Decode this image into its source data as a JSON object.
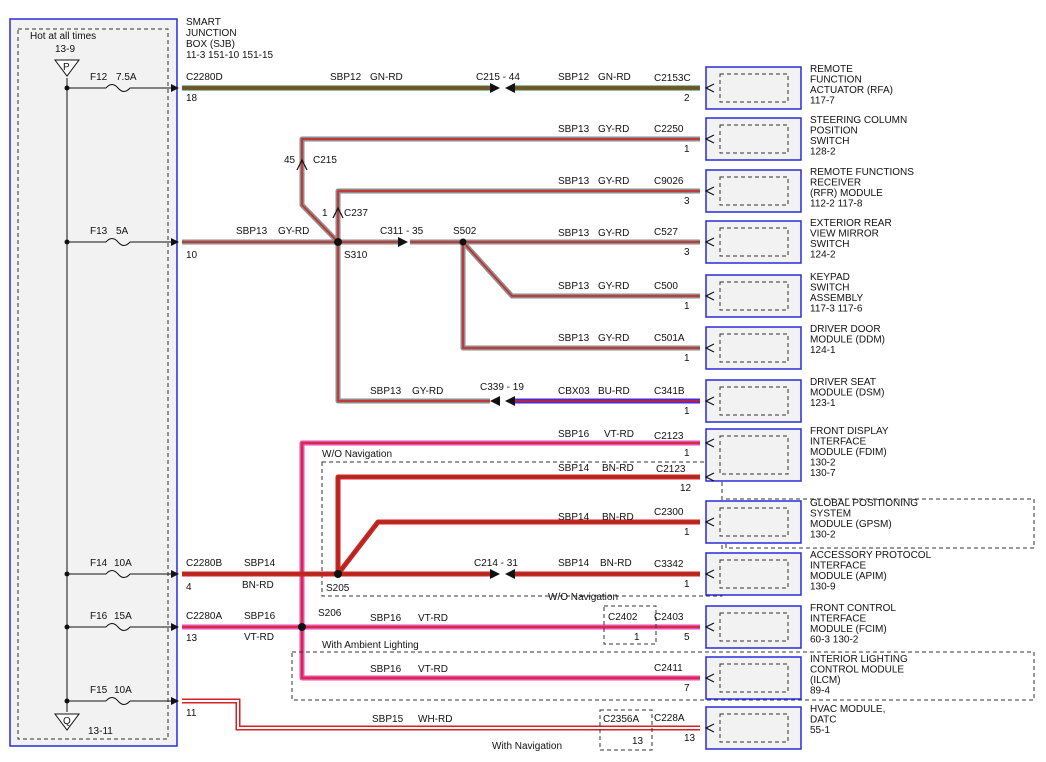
{
  "sjb": {
    "hot": "Hot at all times",
    "p_ref": "13-9",
    "p_label": "P",
    "q_label": "Q",
    "q_ref": "13-11",
    "title": [
      "SMART",
      "JUNCTION",
      "BOX (SJB)",
      "11-3   151-10     151-15"
    ]
  },
  "fuses": [
    {
      "id": "F12",
      "amp": "7.5A"
    },
    {
      "id": "F13",
      "amp": "5A"
    },
    {
      "id": "F14",
      "amp": "10A"
    },
    {
      "id": "F16",
      "amp": "15A"
    },
    {
      "id": "F15",
      "amp": "10A"
    }
  ],
  "sjb_pins": [
    {
      "conn": "C2280D",
      "pin": "18"
    },
    {
      "conn": "",
      "pin": "10"
    },
    {
      "conn": "C2280B",
      "pin": "4"
    },
    {
      "conn": "C2280A",
      "pin": "13"
    },
    {
      "conn": "",
      "pin": "11"
    }
  ],
  "circuits": {
    "f12_left": [
      "SBP12",
      "GN-RD"
    ],
    "f12_mid": "C215 - 44",
    "f12_right": [
      "SBP12",
      "GN-RD"
    ],
    "f13_main": [
      "SBP13",
      "GY-RD"
    ],
    "c311": "C311 - 35",
    "s502": "S502",
    "s310": "S310",
    "c215": "C215",
    "c215_pin": "45",
    "c237": "C237",
    "c237_pin": "1",
    "rows": [
      [
        "SBP13",
        "GY-RD"
      ],
      [
        "SBP13",
        "GY-RD"
      ],
      [
        "SBP13",
        "GY-RD"
      ],
      [
        "SBP13",
        "GY-RD"
      ],
      [
        "SBP13",
        "GY-RD"
      ]
    ],
    "dsm_left": [
      "SBP13",
      "GY-RD"
    ],
    "c339": "C339 - 19",
    "dsm_right": [
      "CBX03",
      "BU-RD"
    ],
    "fdim1": [
      "SBP16",
      "VT-RD"
    ],
    "wo_nav": "W/O Navigation",
    "fdim2": [
      "SBP14",
      "BN-RD"
    ],
    "gpsm": [
      "SBP14",
      "BN-RD"
    ],
    "f14_left": [
      "SBP14",
      "BN-RD"
    ],
    "s205": "S205",
    "c214": "C214 - 31",
    "apim": [
      "SBP14",
      "BN-RD"
    ],
    "wo_nav2": "W/O Navigation",
    "f16_left": [
      "SBP16",
      "VT-RD"
    ],
    "s206": "S206",
    "fcim": [
      "SBP16",
      "VT-RD"
    ],
    "c2402": "C2402",
    "c2402_pin": "1",
    "ambient": "With Ambient Lighting",
    "ilcm": [
      "SBP16",
      "VT-RD"
    ],
    "hvac": [
      "SBP15",
      "WH-RD"
    ],
    "c2356": "C2356A",
    "c2356_pin": "13",
    "with_nav": "With Navigation"
  },
  "modules": [
    {
      "conn": "C2153C",
      "pin": "2",
      "lines": [
        "REMOTE",
        "FUNCTION",
        "ACTUATOR (RFA)",
        "117-7"
      ]
    },
    {
      "conn": "C2250",
      "pin": "1",
      "lines": [
        "STEERING COLUMN",
        "POSITION",
        "SWITCH",
        "128-2"
      ]
    },
    {
      "conn": "C9026",
      "pin": "3",
      "lines": [
        "REMOTE FUNCTIONS",
        "RECEIVER",
        "(RFR) MODULE",
        "112-2    117-8"
      ]
    },
    {
      "conn": "C527",
      "pin": "3",
      "lines": [
        "EXTERIOR REAR",
        "VIEW MIRROR",
        "SWITCH",
        "124-2"
      ]
    },
    {
      "conn": "C500",
      "pin": "1",
      "lines": [
        "KEYPAD",
        "SWITCH",
        "ASSEMBLY",
        "117-3   117-6"
      ]
    },
    {
      "conn": "C501A",
      "pin": "1",
      "lines": [
        "DRIVER DOOR",
        "MODULE (DDM)",
        "124-1"
      ]
    },
    {
      "conn": "C341B",
      "pin": "1",
      "lines": [
        "DRIVER SEAT",
        "MODULE (DSM)",
        "123-1"
      ]
    },
    {
      "conn": "C2123",
      "pin": "1",
      "pin2": "12",
      "conn2": "C2123",
      "lines": [
        "FRONT DISPLAY",
        "INTERFACE",
        "MODULE (FDIM)",
        "130-2",
        "130-7"
      ]
    },
    {
      "conn": "C2300",
      "pin": "1",
      "lines": [
        "GLOBAL POSITIONING",
        "SYSTEM",
        "MODULE (GPSM)",
        "130-2"
      ]
    },
    {
      "conn": "C3342",
      "pin": "1",
      "lines": [
        "ACCESSORY PROTOCOL",
        "INTERFACE",
        "MODULE (APIM)",
        "130-9"
      ]
    },
    {
      "conn": "C2403",
      "pin": "5",
      "lines": [
        "FRONT CONTROL",
        "INTERFACE",
        "MODULE (FCIM)",
        "60-3   130-2"
      ]
    },
    {
      "conn": "C2411",
      "pin": "7",
      "lines": [
        "INTERIOR LIGHTING",
        "CONTROL MODULE",
        "(ILCM)",
        "89-4"
      ]
    },
    {
      "conn": "C228A",
      "pin": "13",
      "lines": [
        "HVAC MODULE,",
        "DATC",
        "55-1"
      ]
    }
  ],
  "colors": {
    "frame": "#2b2bd8",
    "red": "#d42020",
    "green": "#2e7d32",
    "grey": "#8c8c8c",
    "blue": "#4a2bd0",
    "pink": "#e64fb0",
    "white": "#ffffff"
  }
}
